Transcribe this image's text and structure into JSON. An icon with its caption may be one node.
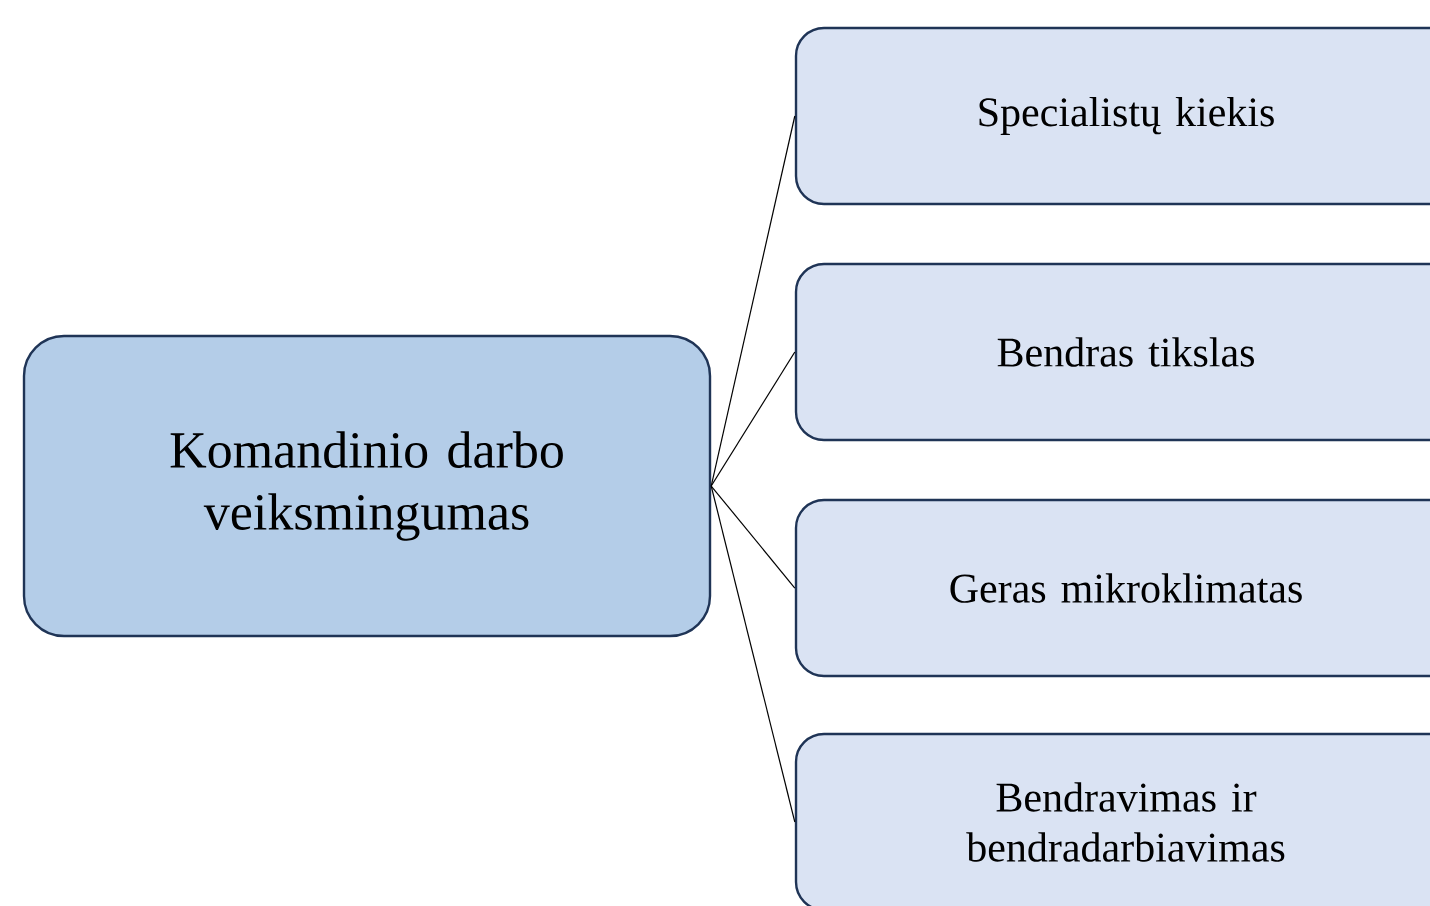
{
  "diagram": {
    "nodes": [
      {
        "text": [
          "Komandinio darbo veiksmingumas"
        ]
      },
      {
        "text": [
          "Specialistų kiekis"
        ]
      },
      {
        "text": [
          "Bendras tikslas"
        ]
      },
      {
        "text": [
          "Geras mikroklimatas"
        ]
      },
      {
        "text": [
          "Bendravimas ir bendradarbiavimas"
        ]
      }
    ],
    "edges": [
      {
        "from": 0,
        "to": 1,
        "arrow": "none"
      },
      {
        "from": 0,
        "to": 2,
        "arrow": "none"
      },
      {
        "from": 0,
        "to": 3,
        "arrow": "none"
      },
      {
        "from": 0,
        "to": 4,
        "arrow": "none"
      }
    ]
  }
}
